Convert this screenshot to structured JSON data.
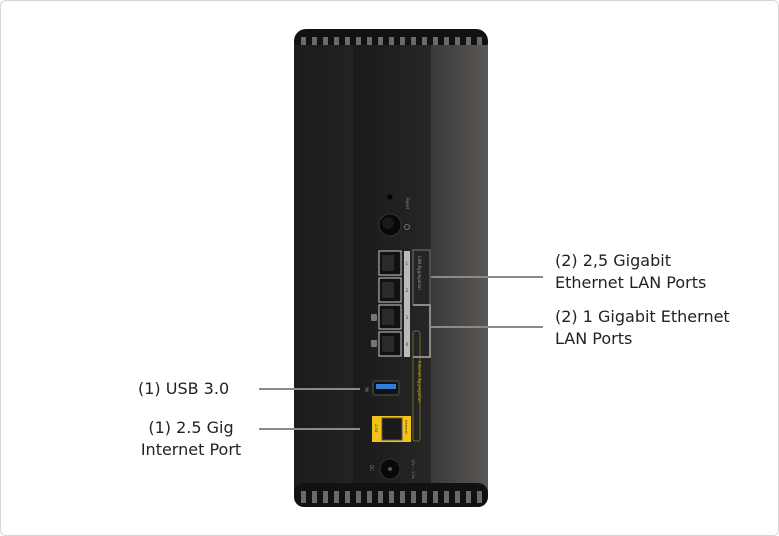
{
  "callouts": {
    "lan_2_5g": {
      "line1": "(2) 2,5 Gigabit",
      "line2": "Ethernet LAN Ports"
    },
    "lan_1g": {
      "line1": "(2) 1 Gigabit Ethernet",
      "line2": "LAN Ports"
    },
    "usb": {
      "line1": "(1) USB 3.0"
    },
    "internet": {
      "line1": "(1) 2.5 Gig",
      "line2": "Internet Port"
    }
  },
  "device_labels": {
    "reset": "Reset",
    "lan_aggregation": "LAN Aggregation",
    "internet_aggregation": "Internet Aggregation",
    "port_numbers": [
      "1",
      "2",
      "3",
      "4"
    ],
    "speed_badge": "2.5G",
    "internet_badge": "Internet",
    "dc": "DC",
    "power_rating": "12V ⎓ 3.5A"
  },
  "colors": {
    "device_body": "#2a2a2a",
    "internet_port_accent": "#f2c41a",
    "usb_port": "#2f7fd8",
    "callout_line": "#8a8a8a"
  }
}
